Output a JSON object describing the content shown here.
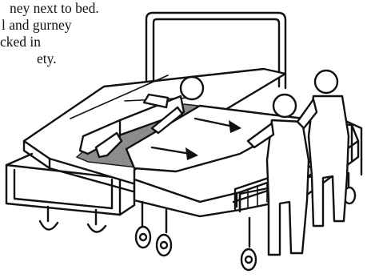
{
  "caption": {
    "line1": "ney next to bed.",
    "line2": "l and gurney",
    "line3": "cked in",
    "line4": "ety."
  },
  "colors": {
    "ink": "#111111",
    "sheet_shadow": "#8c8c8c",
    "background": "#ffffff"
  }
}
